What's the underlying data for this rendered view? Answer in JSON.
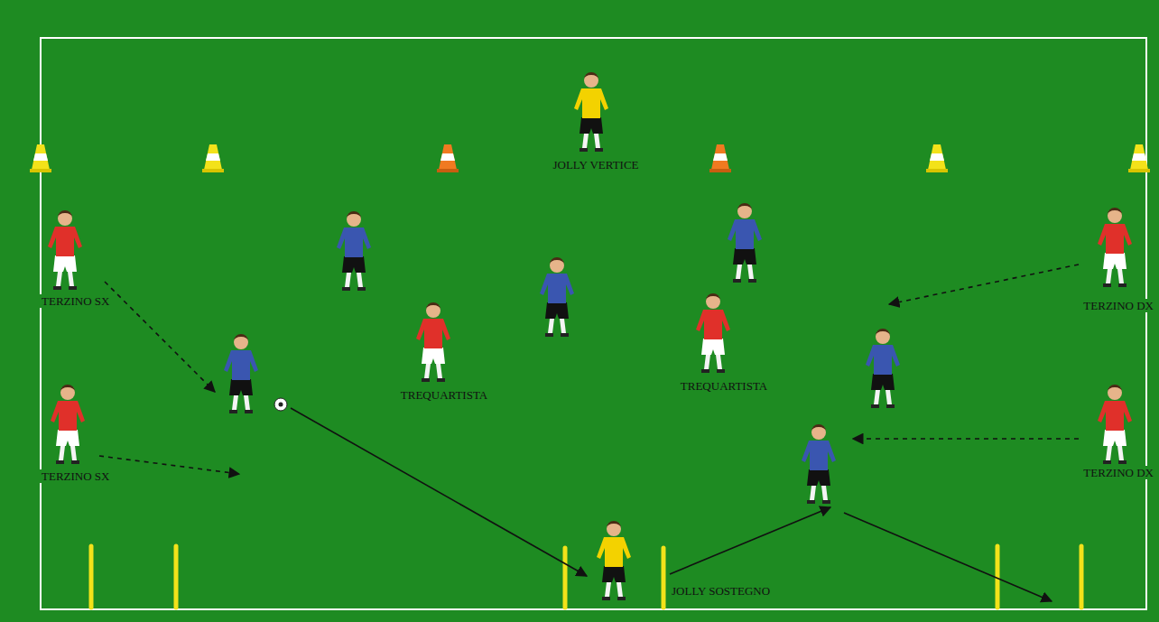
{
  "diagram": {
    "labels": [
      "JOLLY VERTICE",
      "TERZINO SX",
      "TERZINO DX",
      "TREQUARTISTA",
      "TREQUARTISTA",
      "TERZINO SX",
      "TERZINO DX",
      "JOLLY SOSTEGNO"
    ]
  }
}
